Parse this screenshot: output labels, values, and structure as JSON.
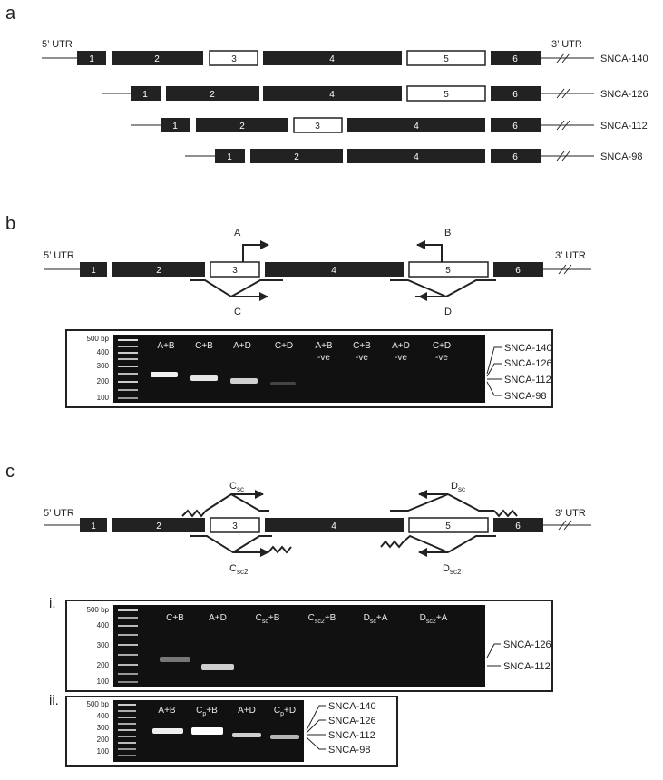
{
  "panels": {
    "a": "a",
    "b": "b",
    "c": "c",
    "i": "i.",
    "ii": "ii."
  },
  "utr": {
    "five": "5’ UTR",
    "three": "3’ UTR"
  },
  "exons": {
    "e1": "1",
    "e2": "2",
    "e3": "3",
    "e4": "4",
    "e5": "5",
    "e6": "6"
  },
  "isoforms": {
    "i140": "SNCA-140",
    "i126": "SNCA-126",
    "i112": "SNCA-112",
    "i98": "SNCA-98"
  },
  "primers": {
    "A": "A",
    "B": "B",
    "C": "C",
    "D": "D",
    "Csc_base": "C",
    "Csc_sub": "sc",
    "Csc2_sub": "sc2",
    "Dsc_base": "D",
    "Dsc_sub": "sc",
    "Dsc2_sub": "sc2"
  },
  "ladder": [
    "500 bp",
    "400",
    "300",
    "200",
    "100"
  ],
  "gel_b": {
    "lanes": [
      "A+B",
      "C+B",
      "A+D",
      "C+D",
      "A+B",
      "C+B",
      "A+D",
      "C+D"
    ],
    "neg": "-ve"
  },
  "gel_ci": {
    "lanes": [
      "C+B",
      "A+D",
      "+B",
      "+B",
      "+A",
      "+A"
    ]
  },
  "gel_cii": {
    "lanes": [
      "A+B",
      "+B",
      "A+D",
      "+D"
    ],
    "cp_base": "C",
    "cp_sub": "p"
  }
}
